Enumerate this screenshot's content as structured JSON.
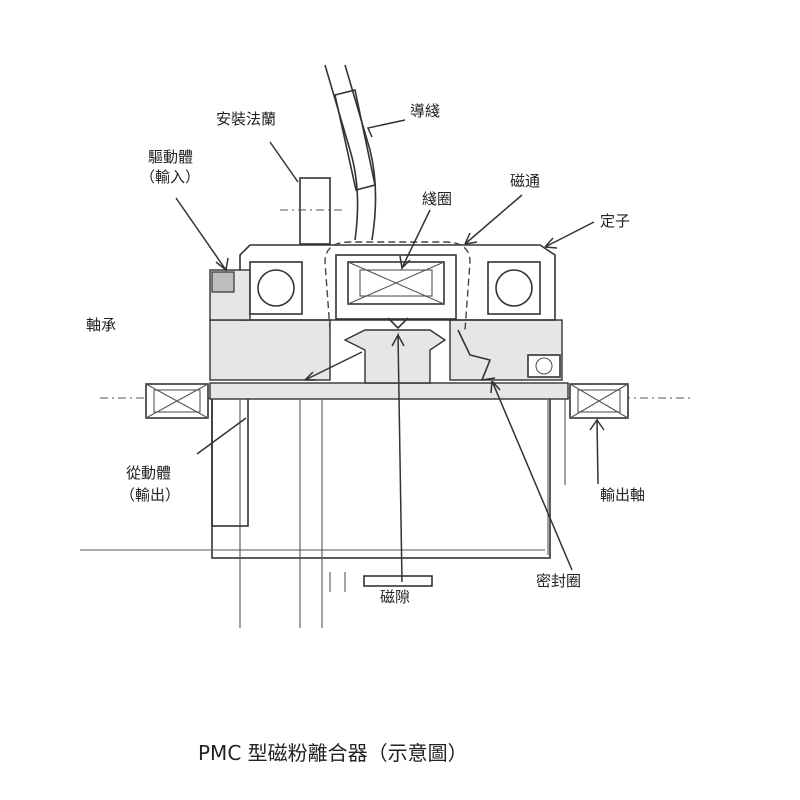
{
  "title": "PMC 型磁粉離合器（示意圖）",
  "labels": {
    "mounting_flange": "安裝法蘭",
    "wire": "導綫",
    "driver": "驅動體",
    "driver_sub": "（輸入）",
    "magnetic_flux": "磁通",
    "coil": "綫圈",
    "stator": "定子",
    "bearing": "軸承",
    "driven": "從動體",
    "driven_sub": "（輸出）",
    "output_shaft": "輸出軸",
    "seal_ring": "密封圈",
    "magnetic_gap": "磁隙"
  }
}
